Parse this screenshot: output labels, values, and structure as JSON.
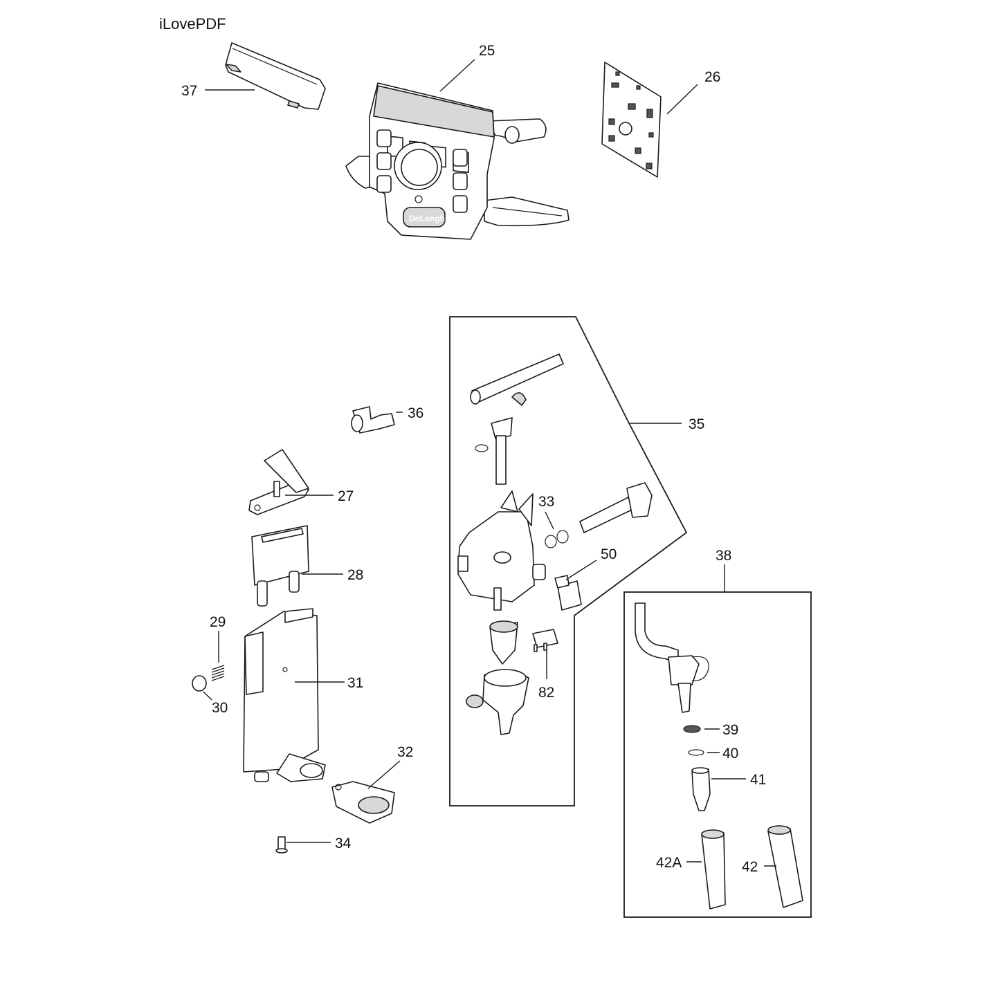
{
  "watermark": "iLovePDF",
  "brand_logo": "DeLonghi",
  "callouts": {
    "c25": "25",
    "c26": "26",
    "c27": "27",
    "c28": "28",
    "c29": "29",
    "c30": "30",
    "c31": "31",
    "c32": "32",
    "c33": "33",
    "c34": "34",
    "c35": "35",
    "c36": "36",
    "c37": "37",
    "c38": "38",
    "c39": "39",
    "c40": "40",
    "c41": "41",
    "c42": "42",
    "c42a": "42A",
    "c50": "50",
    "c82": "82"
  }
}
